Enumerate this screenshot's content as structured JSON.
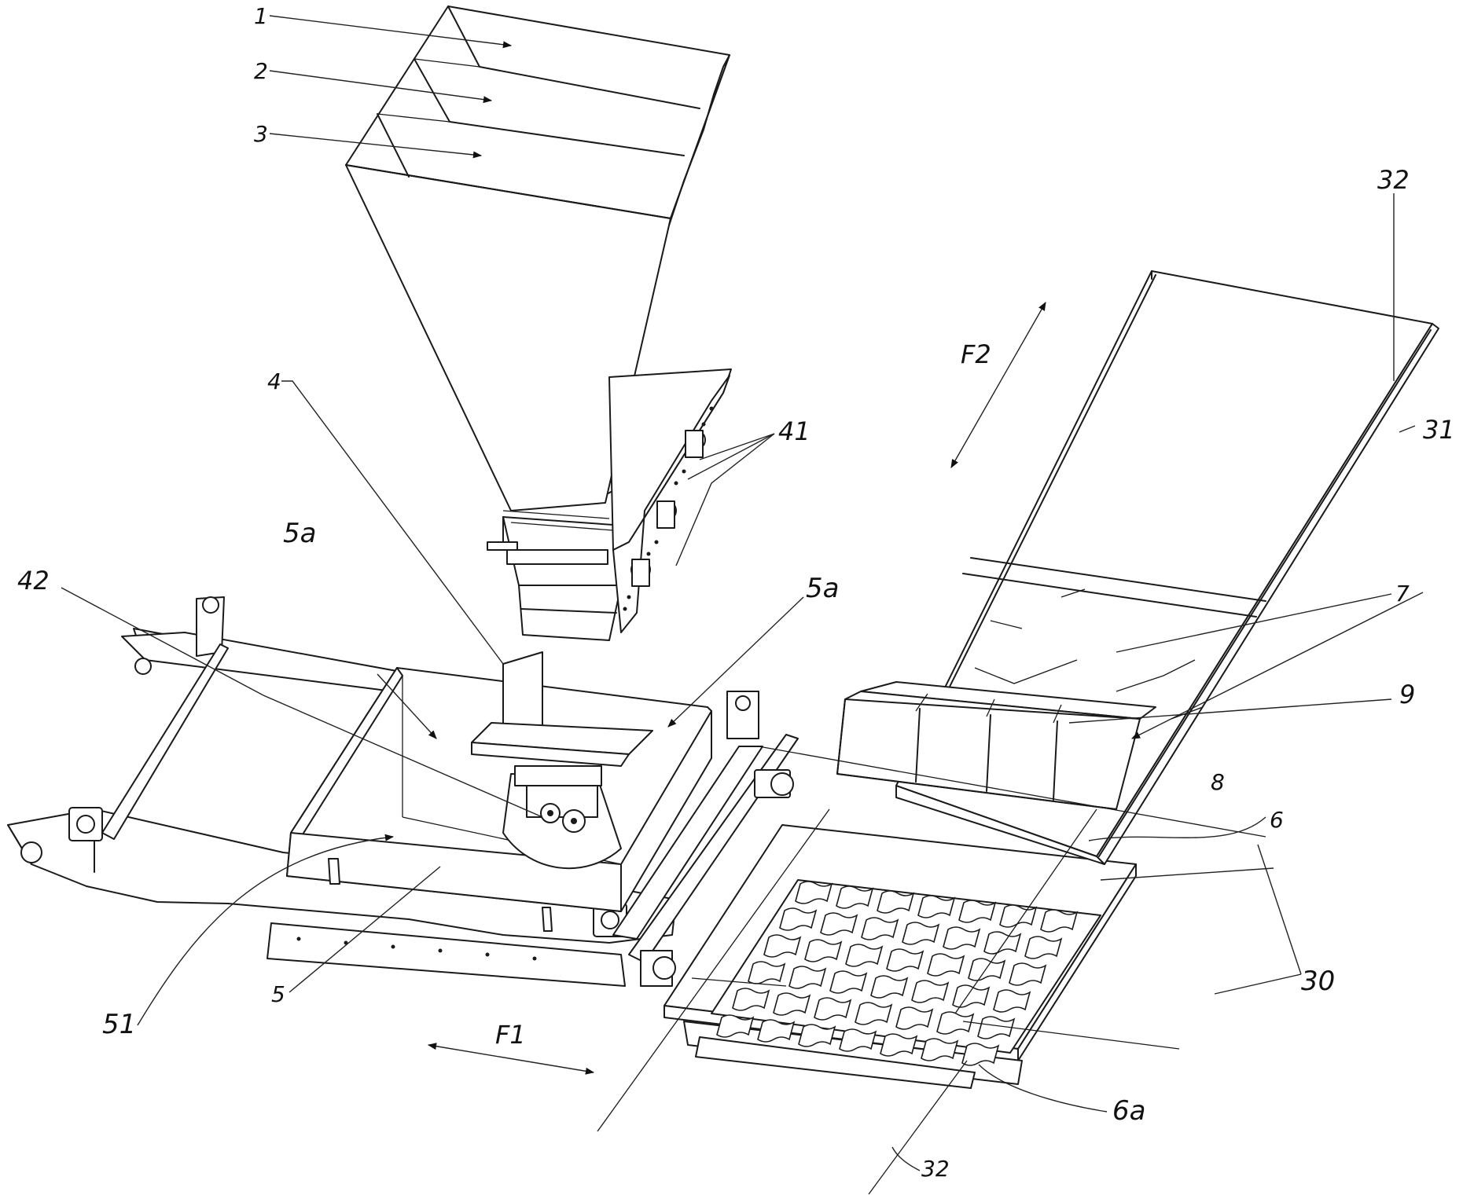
{
  "labels": {
    "l1": "1",
    "l2": "2",
    "l3": "3",
    "l4": "4",
    "l41": "41",
    "l42": "42",
    "l5a_left": "5a",
    "l5a_right": "5a",
    "l5": "5",
    "l51": "51",
    "l6": "6",
    "l6a": "6a",
    "l7": "7",
    "l8": "8",
    "l9": "9",
    "l30": "30",
    "l31": "31",
    "l32_top": "32",
    "l32_bottom": "32",
    "F1": "F1",
    "F2": "F2"
  }
}
